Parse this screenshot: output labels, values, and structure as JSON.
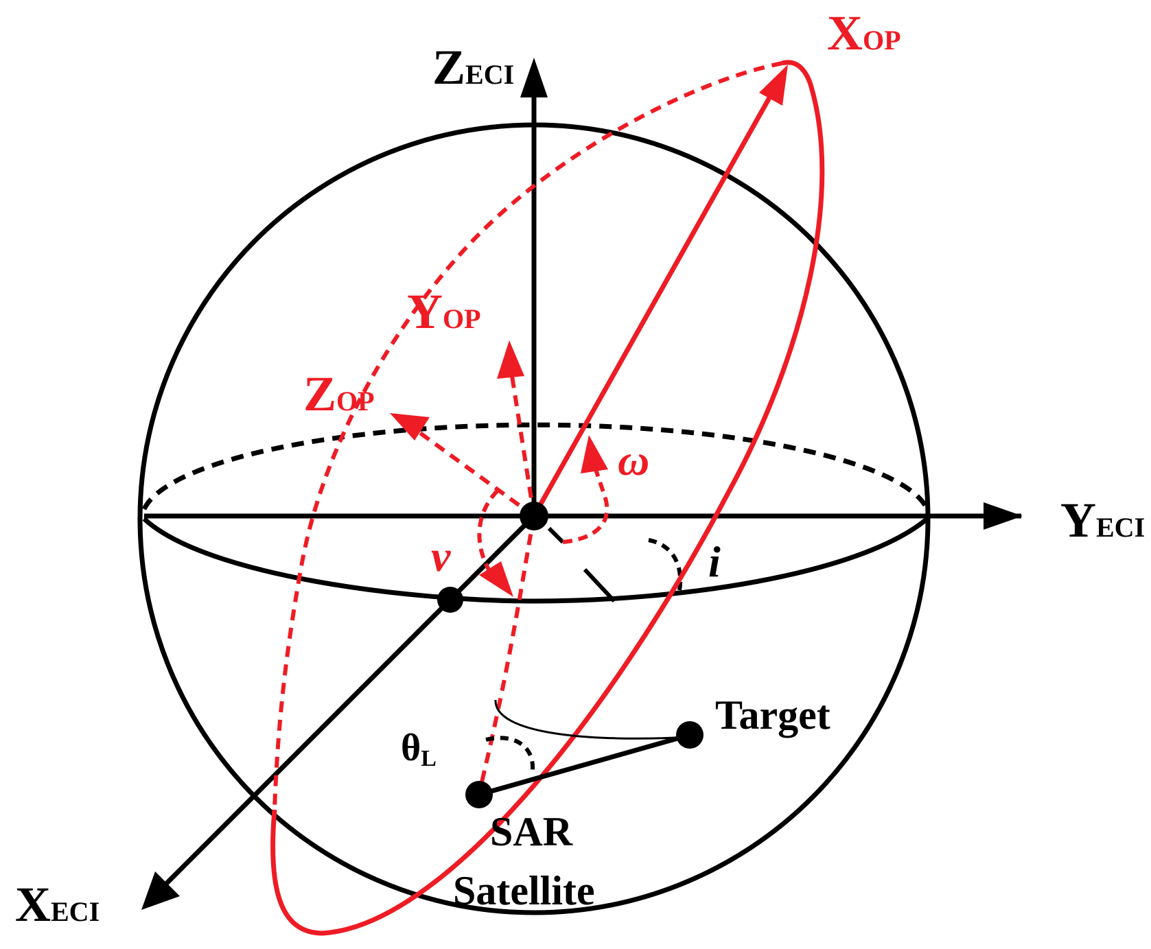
{
  "colors": {
    "black": "#000000",
    "red": "#ee1c24"
  },
  "labels": {
    "z_eci": {
      "main": "Z",
      "sub": "ECI"
    },
    "y_eci": {
      "main": "Y",
      "sub": "ECI"
    },
    "x_eci": {
      "main": "X",
      "sub": "ECI"
    },
    "x_op": {
      "main": "X",
      "sub": "OP"
    },
    "y_op": {
      "main": "Y",
      "sub": "OP"
    },
    "z_op": {
      "main": "Z",
      "sub": "OP"
    },
    "omega": "ω",
    "nu": "ν",
    "inclination": "i",
    "theta": {
      "main": "θ",
      "sub": "L"
    },
    "target": "Target",
    "sar_line1": "SAR",
    "sar_line2": "Satellite"
  }
}
